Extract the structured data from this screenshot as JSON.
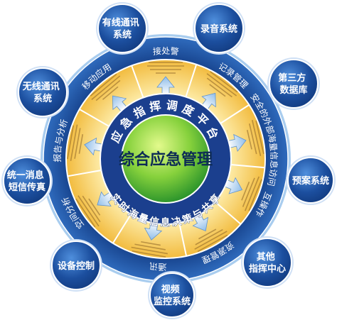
{
  "center": {
    "title": "综合应急管理"
  },
  "inner_ring": {
    "top": "应急指挥调度平台",
    "bottom": "实时海量信息决策与共享"
  },
  "outer_ring_labels": [
    "接处警",
    "记录管理",
    "安全的外部海量信息访问",
    "互操作",
    "资源管理",
    "通讯",
    "空间分析",
    "报告与分析",
    "移动应用"
  ],
  "satellites": [
    {
      "lines": [
        "有线通讯",
        "系统"
      ]
    },
    {
      "lines": [
        "录音系统"
      ]
    },
    {
      "lines": [
        "第三方",
        "数据库"
      ]
    },
    {
      "lines": [
        "预案系统"
      ]
    },
    {
      "lines": [
        "其他",
        "指挥中心"
      ]
    },
    {
      "lines": [
        "视频",
        "监控系统"
      ]
    },
    {
      "lines": [
        "设备控制"
      ]
    },
    {
      "lines": [
        "统一消息",
        "短信传真"
      ]
    },
    {
      "lines": [
        "无线通讯",
        "系统"
      ]
    }
  ]
}
